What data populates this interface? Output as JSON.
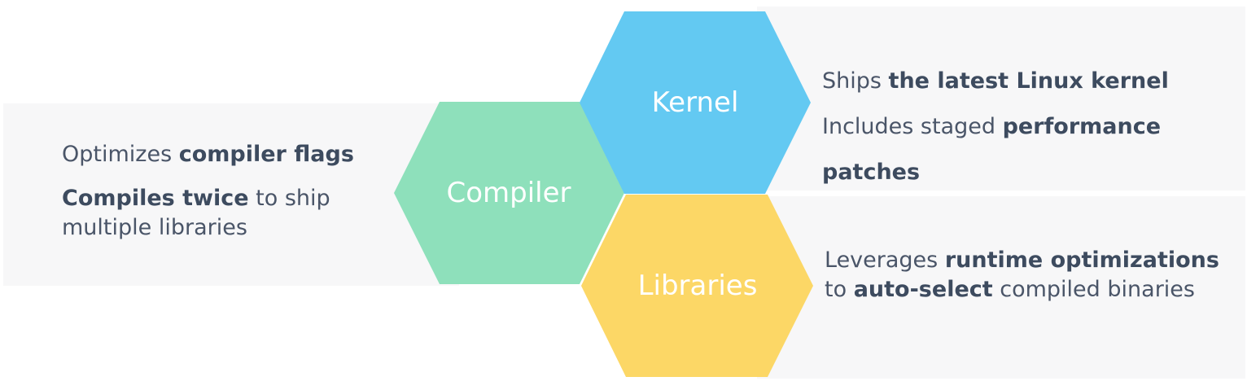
{
  "hexagons": {
    "compiler": {
      "label": "Compiler",
      "color": "#8ee0bb"
    },
    "kernel": {
      "label": "Kernel",
      "color": "#63c9f2"
    },
    "libraries": {
      "label": "Libraries",
      "color": "#fcd766"
    }
  },
  "compiler_desc": {
    "line1_plain": "Optimizes ",
    "line1_bold": "compiler flags",
    "line2_bold": "Compiles twice",
    "line2_plain": " to ship multiple libraries"
  },
  "kernel_desc": {
    "line1_plain": "Ships ",
    "line1_bold": "the latest Linux kernel",
    "line2_plain": "Includes staged ",
    "line2_bold": "performance patches"
  },
  "libraries_desc": {
    "part1_plain": "Leverages ",
    "part1_bold": "runtime optimizations",
    "part2_plain": " to ",
    "part2_bold": "auto-select",
    "part3_plain": " compiled binaries"
  },
  "panel_background": "#f7f7f8",
  "text_color": "#4a5568"
}
